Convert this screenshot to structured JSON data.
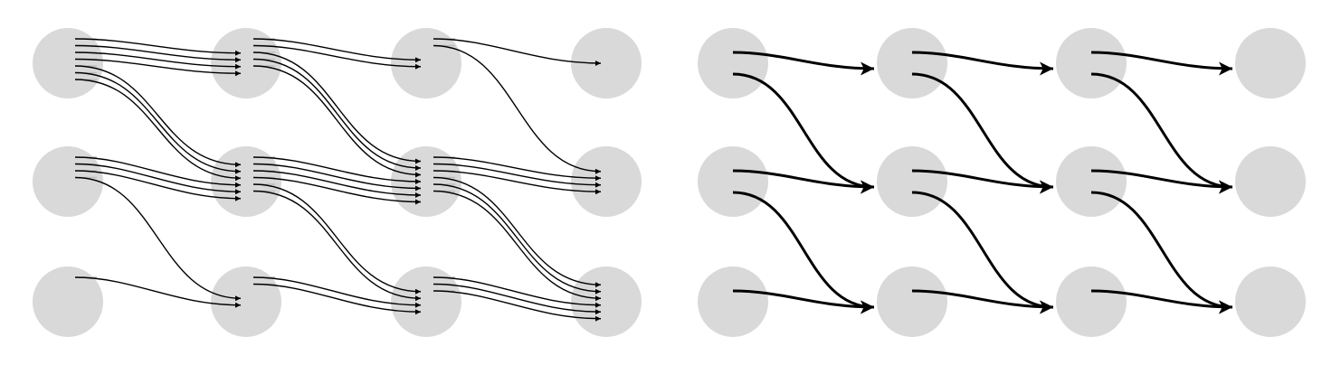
{
  "colors": {
    "background": "#ffffff",
    "node_fill": "#d9d9d9",
    "edge": "#000000"
  },
  "panels": [
    {
      "name": "left-panel",
      "columns": 4,
      "rows": 3,
      "edge_style": "thin",
      "edges": [
        {
          "from": [
            0,
            0
          ],
          "to": [
            1,
            0
          ],
          "count": 4
        },
        {
          "from": [
            0,
            0
          ],
          "to": [
            1,
            1
          ],
          "count": 3
        },
        {
          "from": [
            1,
            0
          ],
          "to": [
            2,
            0
          ],
          "count": 2
        },
        {
          "from": [
            1,
            0
          ],
          "to": [
            2,
            1
          ],
          "count": 3
        },
        {
          "from": [
            2,
            0
          ],
          "to": [
            3,
            0
          ],
          "count": 1
        },
        {
          "from": [
            2,
            0
          ],
          "to": [
            3,
            1
          ],
          "count": 1
        },
        {
          "from": [
            0,
            1
          ],
          "to": [
            1,
            1
          ],
          "count": 3
        },
        {
          "from": [
            0,
            1
          ],
          "to": [
            1,
            2
          ],
          "count": 1
        },
        {
          "from": [
            1,
            1
          ],
          "to": [
            2,
            1
          ],
          "count": 4
        },
        {
          "from": [
            1,
            1
          ],
          "to": [
            2,
            2
          ],
          "count": 2
        },
        {
          "from": [
            2,
            1
          ],
          "to": [
            3,
            1
          ],
          "count": 3
        },
        {
          "from": [
            2,
            1
          ],
          "to": [
            3,
            2
          ],
          "count": 3
        },
        {
          "from": [
            0,
            2
          ],
          "to": [
            1,
            2
          ],
          "count": 1
        },
        {
          "from": [
            1,
            2
          ],
          "to": [
            2,
            2
          ],
          "count": 2
        },
        {
          "from": [
            2,
            2
          ],
          "to": [
            3,
            2
          ],
          "count": 3
        }
      ]
    },
    {
      "name": "right-panel",
      "columns": 4,
      "rows": 3,
      "edge_style": "bold",
      "edges": [
        {
          "from": [
            0,
            0
          ],
          "to": [
            1,
            0
          ],
          "count": 1
        },
        {
          "from": [
            0,
            0
          ],
          "to": [
            1,
            1
          ],
          "count": 1
        },
        {
          "from": [
            1,
            0
          ],
          "to": [
            2,
            0
          ],
          "count": 1
        },
        {
          "from": [
            1,
            0
          ],
          "to": [
            2,
            1
          ],
          "count": 1
        },
        {
          "from": [
            2,
            0
          ],
          "to": [
            3,
            0
          ],
          "count": 1
        },
        {
          "from": [
            2,
            0
          ],
          "to": [
            3,
            1
          ],
          "count": 1
        },
        {
          "from": [
            0,
            1
          ],
          "to": [
            1,
            1
          ],
          "count": 1
        },
        {
          "from": [
            0,
            1
          ],
          "to": [
            1,
            2
          ],
          "count": 1
        },
        {
          "from": [
            1,
            1
          ],
          "to": [
            2,
            1
          ],
          "count": 1
        },
        {
          "from": [
            1,
            1
          ],
          "to": [
            2,
            2
          ],
          "count": 1
        },
        {
          "from": [
            2,
            1
          ],
          "to": [
            3,
            1
          ],
          "count": 1
        },
        {
          "from": [
            2,
            1
          ],
          "to": [
            3,
            2
          ],
          "count": 1
        },
        {
          "from": [
            0,
            2
          ],
          "to": [
            1,
            2
          ],
          "count": 1
        },
        {
          "from": [
            1,
            2
          ],
          "to": [
            2,
            2
          ],
          "count": 1
        },
        {
          "from": [
            2,
            2
          ],
          "to": [
            3,
            2
          ],
          "count": 1
        }
      ]
    }
  ]
}
